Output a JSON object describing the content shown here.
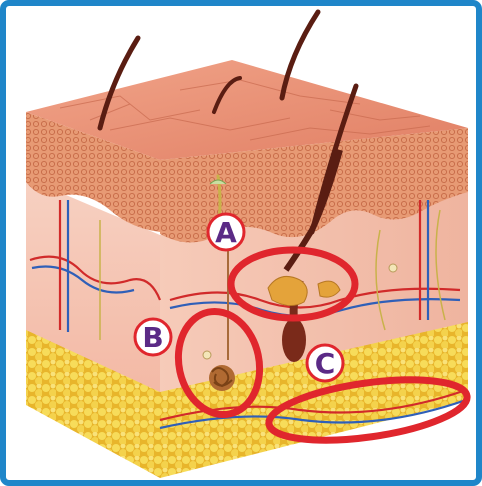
{
  "diagram": {
    "subject": "skin-cross-section",
    "labels": [
      {
        "id": "A",
        "text": "A"
      },
      {
        "id": "B",
        "text": "B"
      },
      {
        "id": "C",
        "text": "C"
      }
    ],
    "colors": {
      "frame": "#1f86c9",
      "highlight_ring": "#e0262d",
      "label_text": "#5b2a86",
      "label_border": "#e0262d",
      "epidermis": "#e8967a",
      "dermis": "#f6c7b4",
      "fat": "#f2cf45"
    }
  }
}
